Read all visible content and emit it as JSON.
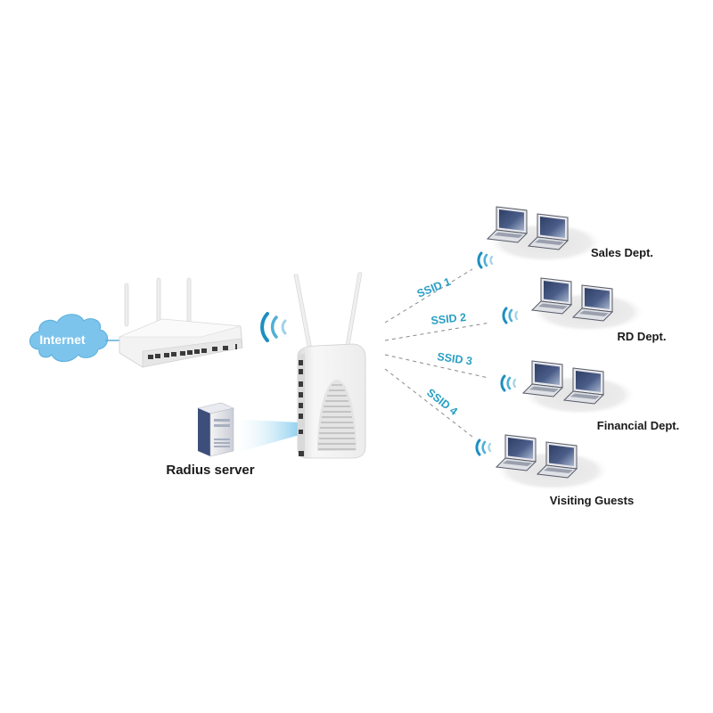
{
  "diagram": {
    "type": "network-topology",
    "colors": {
      "cloud": "#7cc4ec",
      "cloud_edge": "#5aaedc",
      "wifi_arc": "#2a9fc6",
      "ssid_text": "#2a9fc6",
      "label_text": "#1a1a1a",
      "device_body": "#f2f2f2",
      "laptop_screen": "#3d4f78",
      "group_shadow": "#e6e6e6"
    },
    "internet": {
      "label": "Internet",
      "icon": "cloud-icon"
    },
    "router": {
      "icon": "router-icon",
      "antennas": 3
    },
    "radius_server": {
      "label": "Radius server",
      "icon": "server-icon"
    },
    "access_point": {
      "icon": "access-point-icon",
      "antennas": 2
    },
    "ssids": [
      {
        "label": "SSID 1",
        "group": "Sales Dept."
      },
      {
        "label": "SSID 2",
        "group": "RD Dept."
      },
      {
        "label": "SSID 3",
        "group": "Financial Dept."
      },
      {
        "label": "SSID 4",
        "group": "Visiting Guests"
      }
    ],
    "groups": [
      {
        "label": "Sales Dept.",
        "laptops": 2,
        "icon": "laptop-icon"
      },
      {
        "label": "RD Dept.",
        "laptops": 2,
        "icon": "laptop-icon"
      },
      {
        "label": "Financial Dept.",
        "laptops": 2,
        "icon": "laptop-icon"
      },
      {
        "label": "Visiting Guests",
        "laptops": 2,
        "icon": "laptop-icon"
      }
    ]
  }
}
